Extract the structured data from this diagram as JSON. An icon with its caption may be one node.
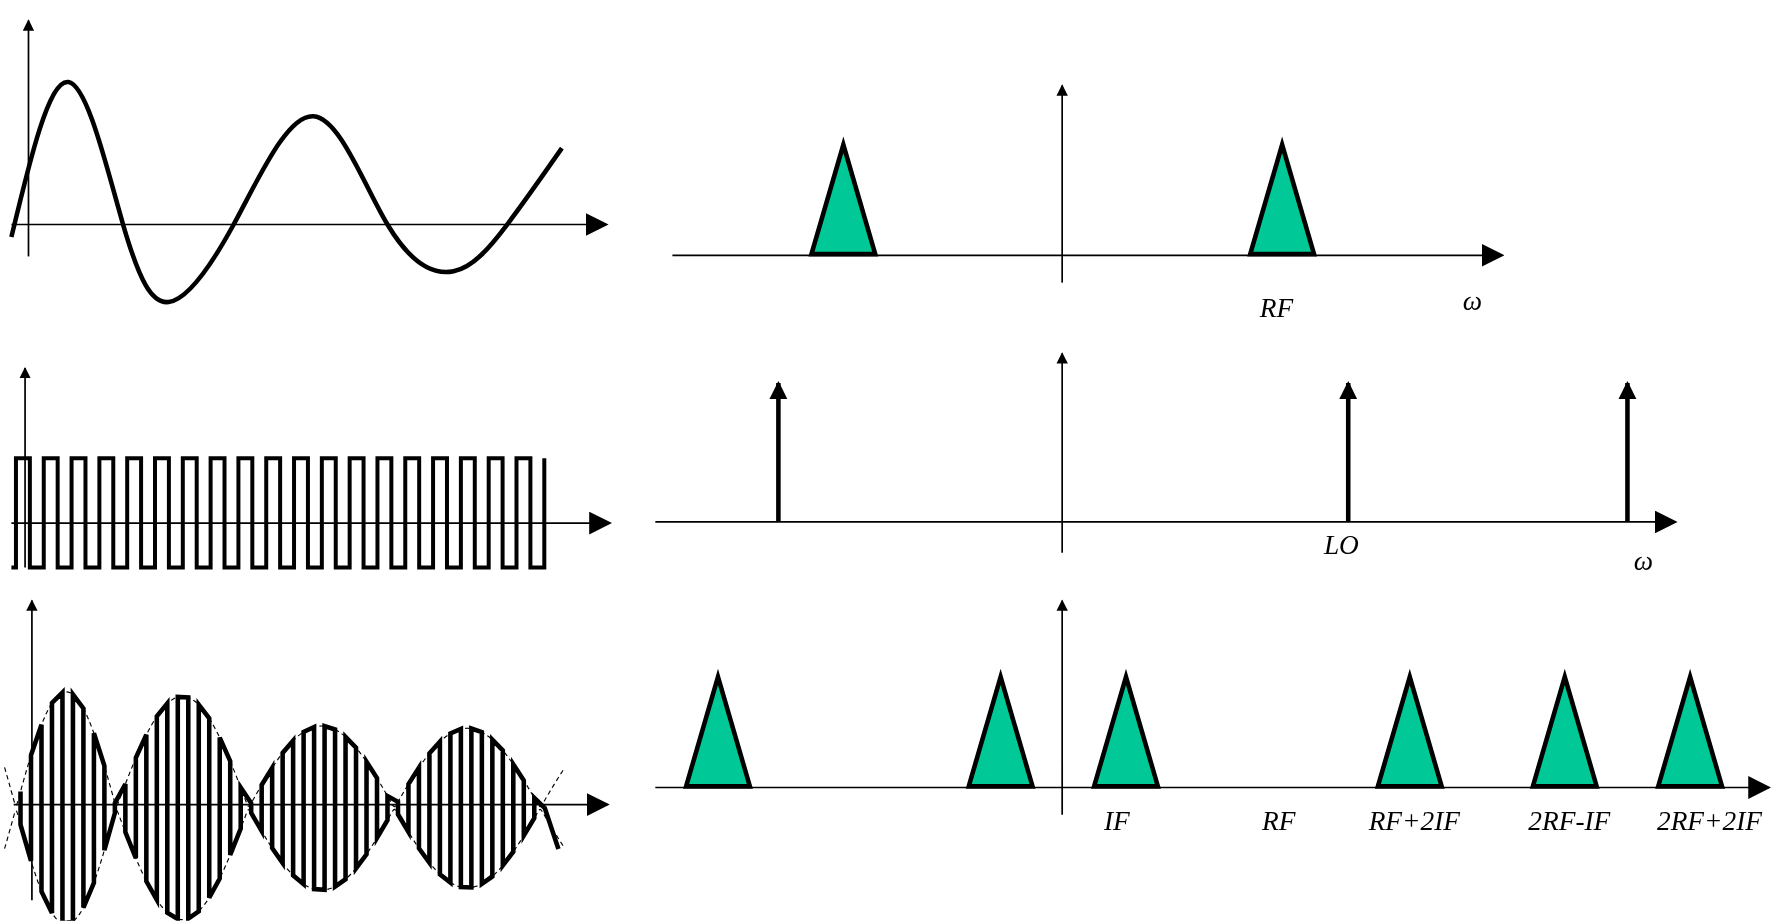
{
  "diagram": {
    "labels": [
      "RF",
      "ω",
      "LO",
      "ω",
      "IF",
      "RF",
      "RF+2IF",
      "2RF-IF",
      "2RF+2IF"
    ]
  }
}
